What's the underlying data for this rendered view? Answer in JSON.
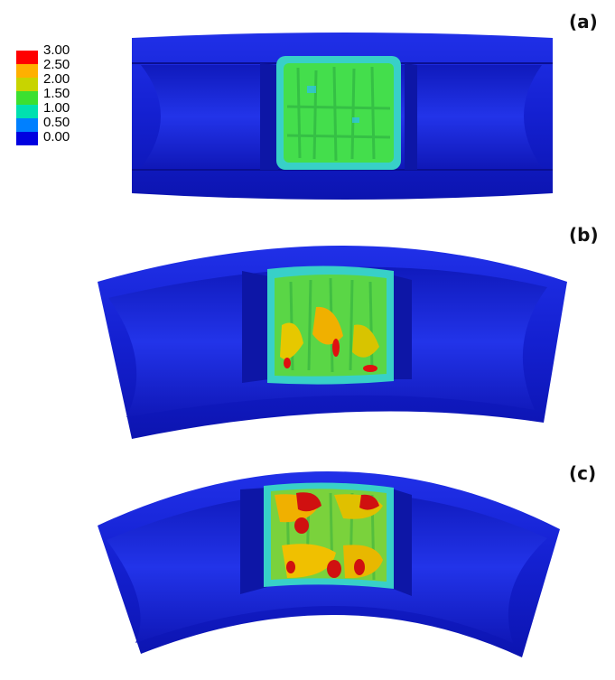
{
  "legend": {
    "ticks": [
      "3.00",
      "2.50",
      "2.00",
      "1.50",
      "1.00",
      "0.50",
      "0.00"
    ],
    "colors": [
      "#ff0000",
      "#ffb000",
      "#c8d400",
      "#3ce030",
      "#00e0b0",
      "#0080ff",
      "#0000e0"
    ]
  },
  "panels": [
    {
      "label": "(a)"
    },
    {
      "label": "(b)"
    },
    {
      "label": "(c)"
    }
  ],
  "colors": {
    "pipe": "#1420d8",
    "pipe_dark": "#0a10a8",
    "pipe_light": "#2a3cf0",
    "patch_green": "#42e04a",
    "patch_cyan": "#38d0c8",
    "hot_yellow": "#f0c800",
    "hot_red": "#e01010"
  }
}
